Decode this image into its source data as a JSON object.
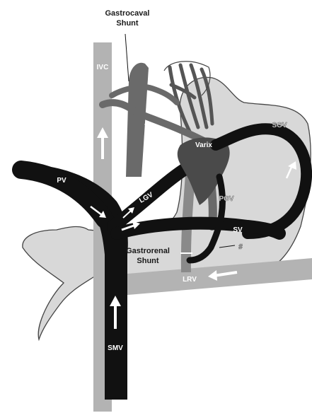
{
  "labels": {
    "gastrocaval_shunt_line1": "Gastrocaval",
    "gastrocaval_shunt_line2": "Shunt",
    "ivc": "IVC",
    "sgv": "SGV",
    "varix": "Varix",
    "pv": "PV",
    "lgv": "LGV",
    "pgv": "PGV",
    "sv": "SV",
    "gastrorenal_shunt_line1": "Gastrorenal",
    "gastrorenal_shunt_line2": "Shunt",
    "hash": "#",
    "lrv": "LRV",
    "smv": "SMV"
  },
  "colors": {
    "portal_black": "#111111",
    "ivc_grey": "#b3b3b3",
    "shunt_grey": "#6a6a6a",
    "stomach_fill": "#d8d8d8",
    "outline": "#444444"
  }
}
